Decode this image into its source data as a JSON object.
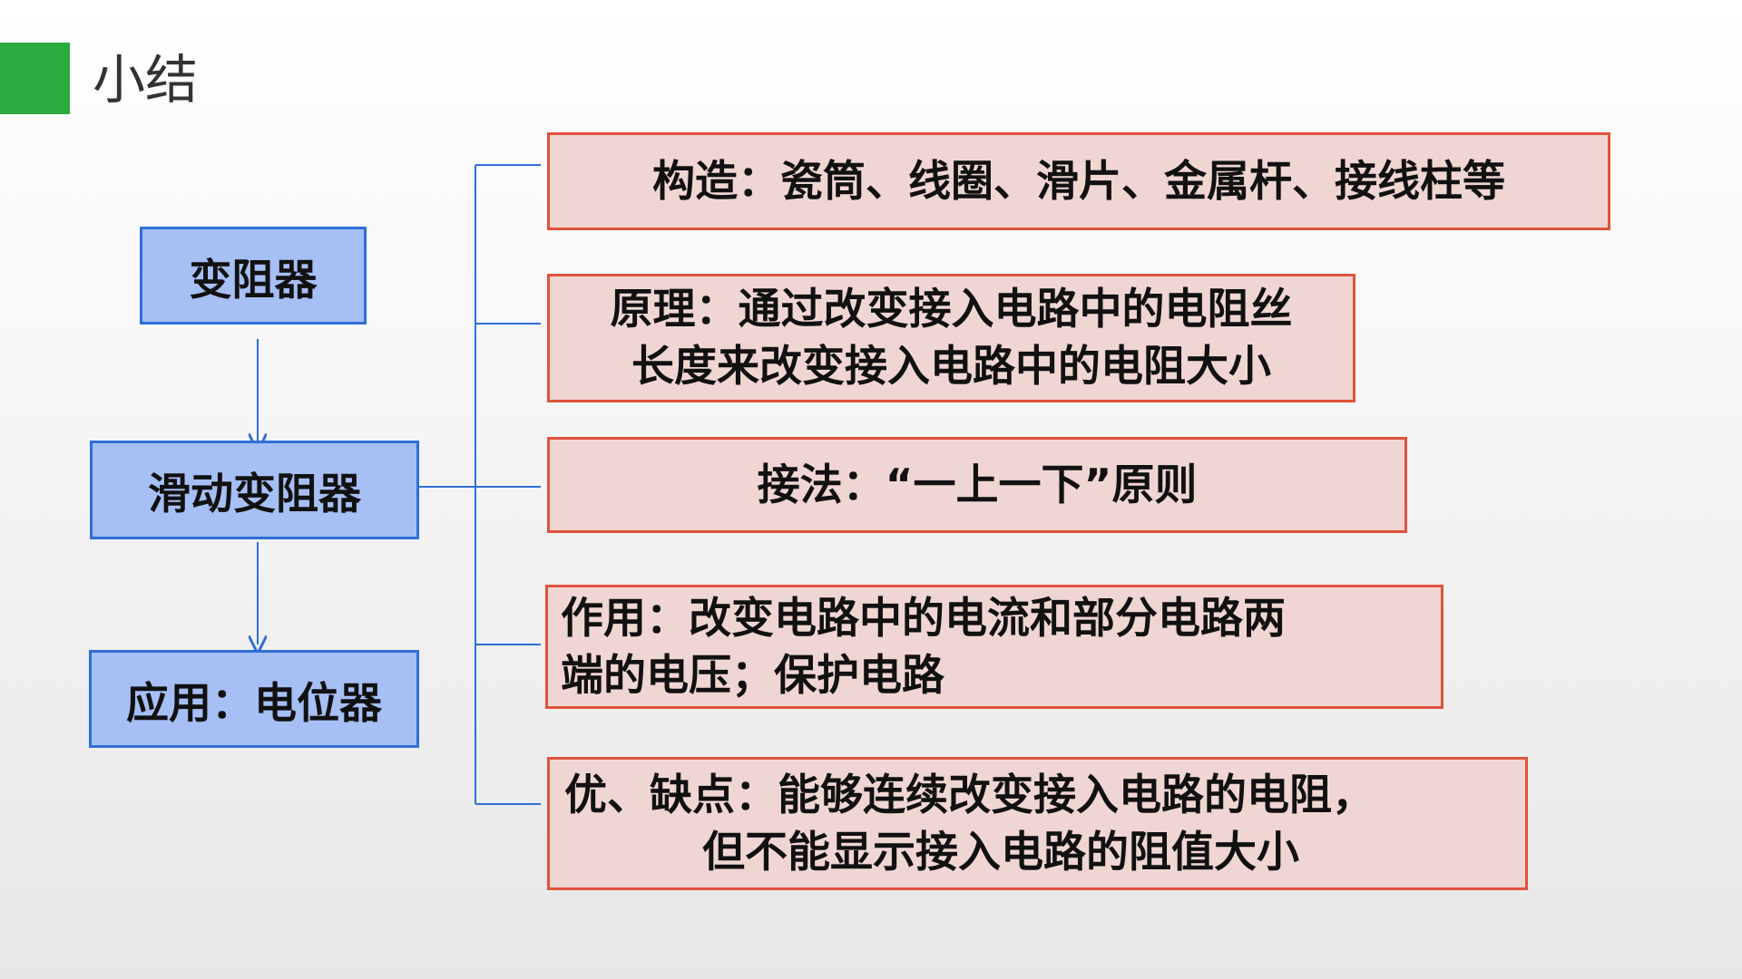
{
  "header": {
    "title": "小结"
  },
  "colors": {
    "accent": "#2aaa3f",
    "left_box_fill": "#a6bff5",
    "left_box_border": "#2f6fd8",
    "right_box_fill": "#f0d6d2",
    "right_box_border": "#e0533c",
    "connector": "#2f6fd8"
  },
  "left_column": {
    "item_1": "变阻器",
    "item_2": "滑动变阻器",
    "item_3": "应用：电位器"
  },
  "right_column": {
    "structure": {
      "line_1": "构造：瓷筒、线圈、滑片、金属杆、接线柱等"
    },
    "principle": {
      "line_1": "原理：通过改变接入电路中的电阻丝",
      "line_2": "长度来改变接入电路中的电阻大小"
    },
    "connection": {
      "line_1": "接法：“一上一下”原则"
    },
    "function": {
      "line_1": "作用：改变电路中的电流和部分电路两",
      "line_2": "端的电压；保护电路"
    },
    "pros_cons": {
      "line_1": "优、缺点：能够连续改变接入电路的电阻，",
      "line_2": "但不能显示接入电路的阻值大小"
    }
  }
}
